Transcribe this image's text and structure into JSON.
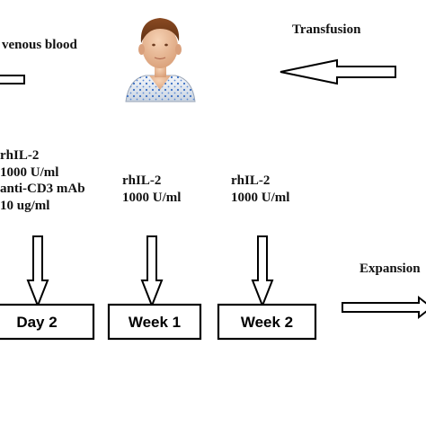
{
  "labels": {
    "venous_blood": "venous blood",
    "transfusion": "Transfusion",
    "expansion": "Expansion"
  },
  "conditions": {
    "day2": {
      "line1": "rhIL-2",
      "line2": "1000 U/ml",
      "line3": "anti-CD3 mAb",
      "line4": "10 ug/ml"
    },
    "week1": {
      "line1": "rhIL-2",
      "line2": "1000 U/ml"
    },
    "week2": {
      "line1": "rhIL-2",
      "line2": "1000 U/ml"
    }
  },
  "timepoints": {
    "day2": "Day 2",
    "week1": "Week 1",
    "week2": "Week 2"
  },
  "icons": {
    "patient": "patient-avatar-icon"
  }
}
